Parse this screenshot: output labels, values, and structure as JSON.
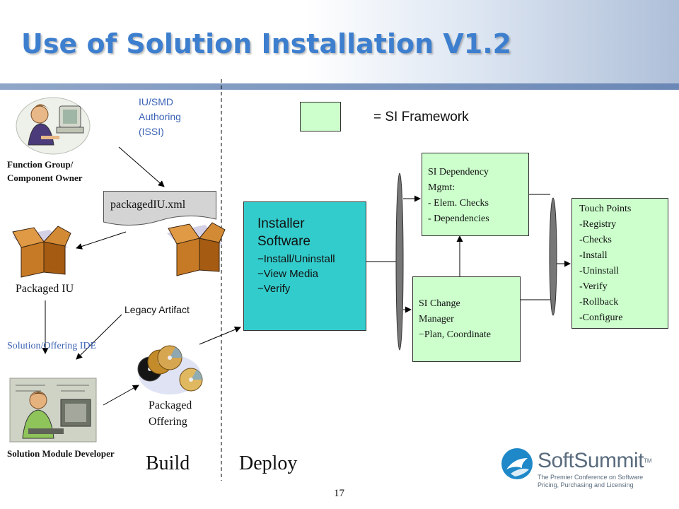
{
  "title": "Use of Solution Installation V1.2",
  "legend": {
    "label": "= SI Framework",
    "swatch_color": "#ccffcc"
  },
  "build_side": {
    "authoring_label": [
      "IU/SMD",
      "Authoring",
      "(ISSI)"
    ],
    "function_owner_label": [
      "Function Group/",
      "Component Owner"
    ],
    "xml_file_label": "packagedIU.xml",
    "packaged_iu_label": "Packaged IU",
    "legacy_artifact_label": "Legacy Artifact",
    "ide_label": "Solution/Offering IDE",
    "packaged_offering_label": [
      "Packaged",
      "Offering"
    ],
    "developer_label": "Solution Module Developer",
    "phase_label": "Build"
  },
  "deploy_side": {
    "phase_label": "Deploy",
    "installer": {
      "title": [
        "Installer",
        "Software"
      ],
      "items": [
        "−Install/Uninstall",
        "−View Media",
        "−Verify"
      ]
    },
    "dependency_mgmt": {
      "lines": [
        "SI Dependency",
        "Mgmt:",
        "- Elem. Checks",
        "- Dependencies"
      ]
    },
    "change_manager": {
      "lines": [
        "SI Change",
        "Manager",
        "−Plan, Coordinate"
      ]
    },
    "touch_points": {
      "lines": [
        "Touch Points",
        "-Registry",
        "-Checks",
        "-Install",
        "-Uninstall",
        "-Verify",
        "-Rollback",
        "-Configure"
      ]
    }
  },
  "page_number": "17",
  "logo": {
    "name": "SoftSummit",
    "tm": "TM",
    "tagline": [
      "The Premier Conference on Software",
      "Pricing, Purchasing and Licensing"
    ]
  },
  "colors": {
    "title": "#3d7fce",
    "framework_green": "#ccffcc",
    "installer_teal": "#33cccc",
    "logo_blue": "#1e88c8"
  }
}
